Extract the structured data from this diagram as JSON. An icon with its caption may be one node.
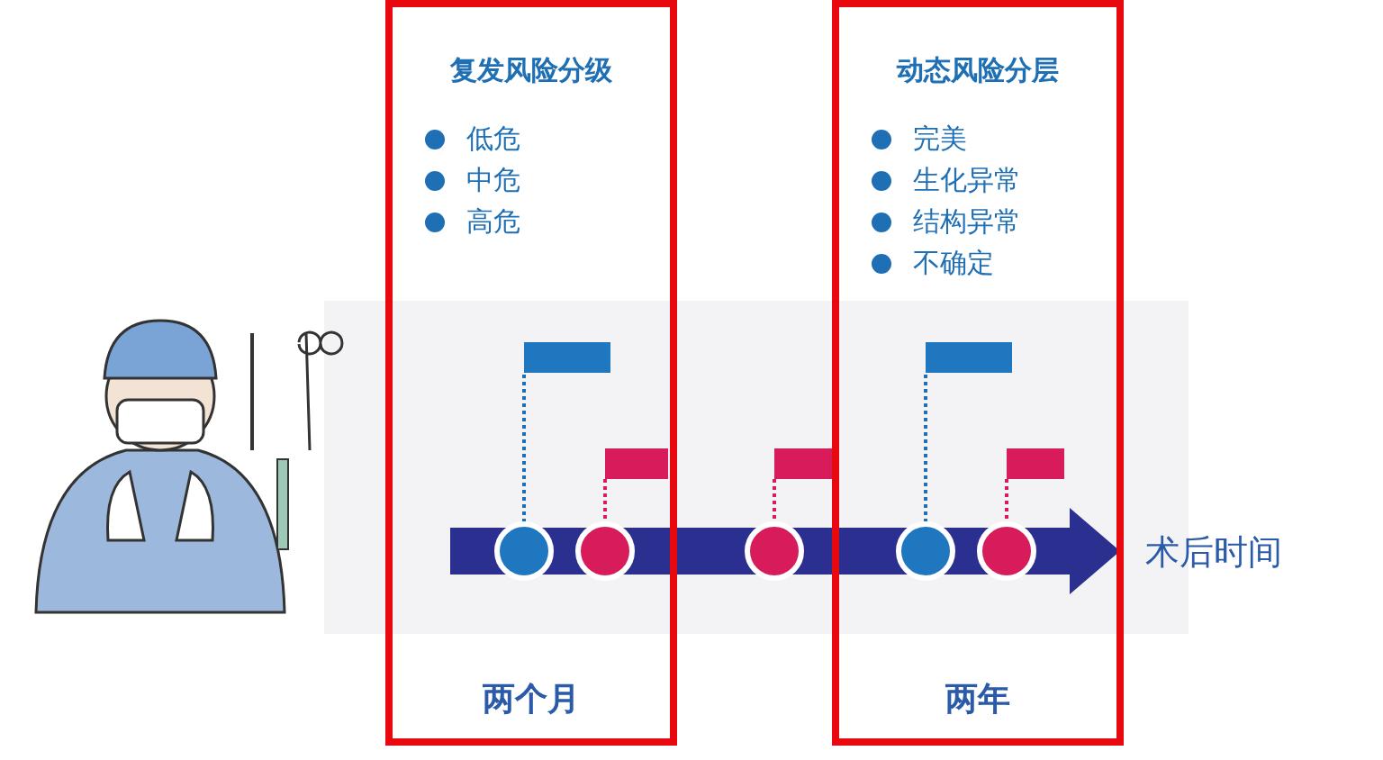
{
  "diagram": {
    "nodes": [
      {
        "text": [
          "复发风险分级",
          "低危",
          "中危",
          "高危",
          "两个月"
        ]
      },
      {
        "text": [
          "动态风险分层",
          "完美",
          "生化异常",
          "结构异常",
          "不确定",
          "两年"
        ]
      }
    ],
    "labels": [
      "术后时间"
    ]
  }
}
